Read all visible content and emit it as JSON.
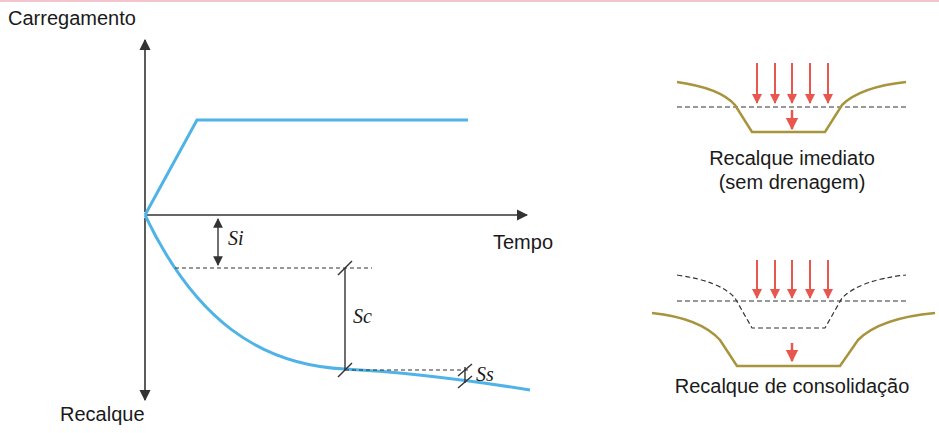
{
  "diagram": {
    "labels": [
      "Carregamento",
      "Recalque",
      "Tempo",
      "Si",
      "Sc",
      "Ss",
      "Recalque imediato (sem drenagem)",
      "Recalque de consolidação"
    ]
  }
}
